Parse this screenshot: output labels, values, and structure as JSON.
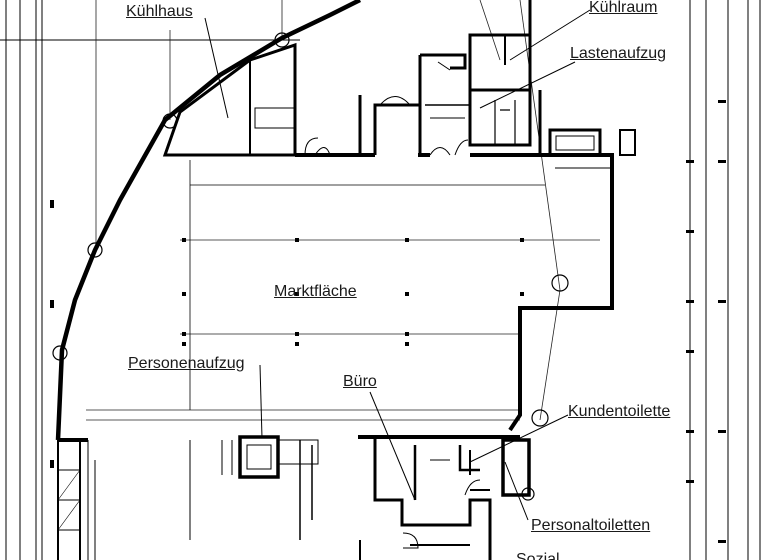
{
  "labels": {
    "kuehlhaus": "Kühlhaus",
    "kuehlraum": "Kühlraum",
    "lastenaufzug": "Lastenaufzug",
    "marktflaeche": "Marktfläche",
    "personenaufzug": "Personenaufzug",
    "buero": "Büro",
    "kundentoilette": "Kundentoilette",
    "personaltoiletten": "Personaltoiletten",
    "partial_bottom": "Sozial..."
  }
}
